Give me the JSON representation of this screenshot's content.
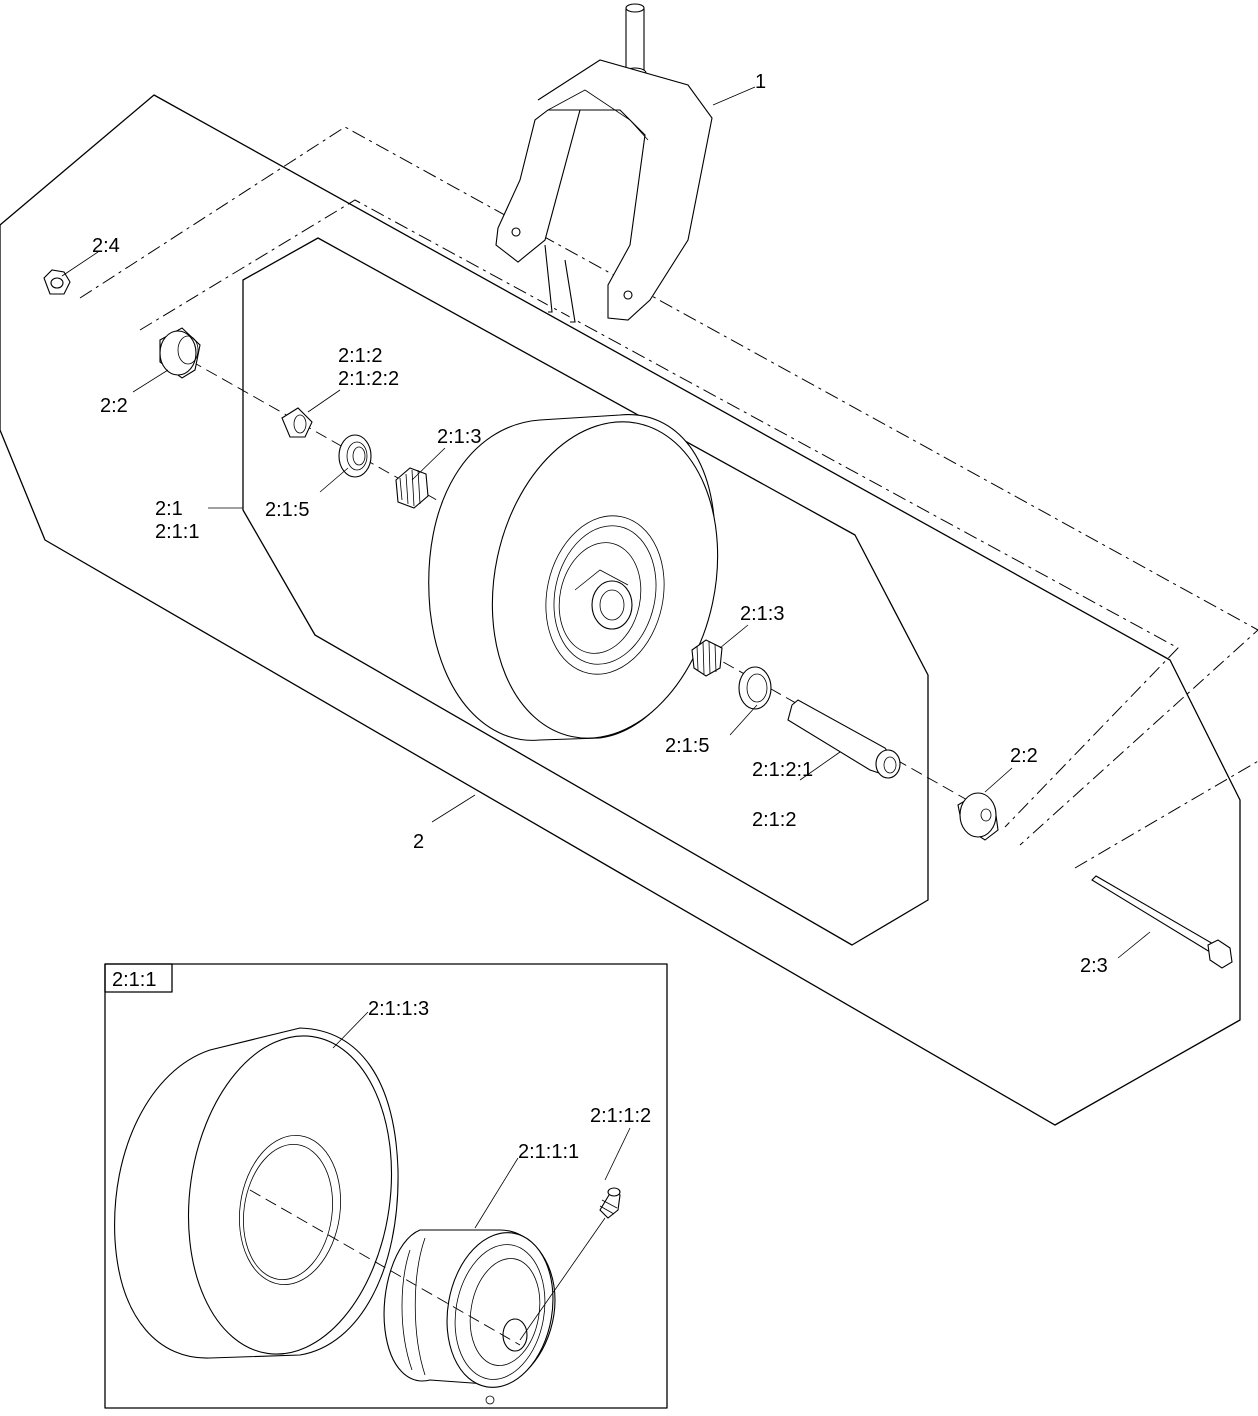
{
  "callouts": {
    "c1": "1",
    "c2": "2",
    "c2_4": "2:4",
    "c2_2_left": "2:2",
    "c2_2_right": "2:2",
    "c2_3": "2:3",
    "c2_1_a": "2:1",
    "c2_1_b": "2:1:1",
    "c2_1_2_a": "2:1:2",
    "c2_1_2_b": "2:1:2:2",
    "c2_1_5_left": "2:1:5",
    "c2_1_5_right": "2:1:5",
    "c2_1_3_left": "2:1:3",
    "c2_1_3_right": "2:1:3",
    "c2_1_2_1_a": "2:1:2:1",
    "c2_1_2_1_b": "2:1:2"
  },
  "inset": {
    "title": "2:1:1",
    "c_tire": "2:1:1:3",
    "c_rim": "2:1:1:1",
    "c_valve": "2:1:1:2"
  }
}
